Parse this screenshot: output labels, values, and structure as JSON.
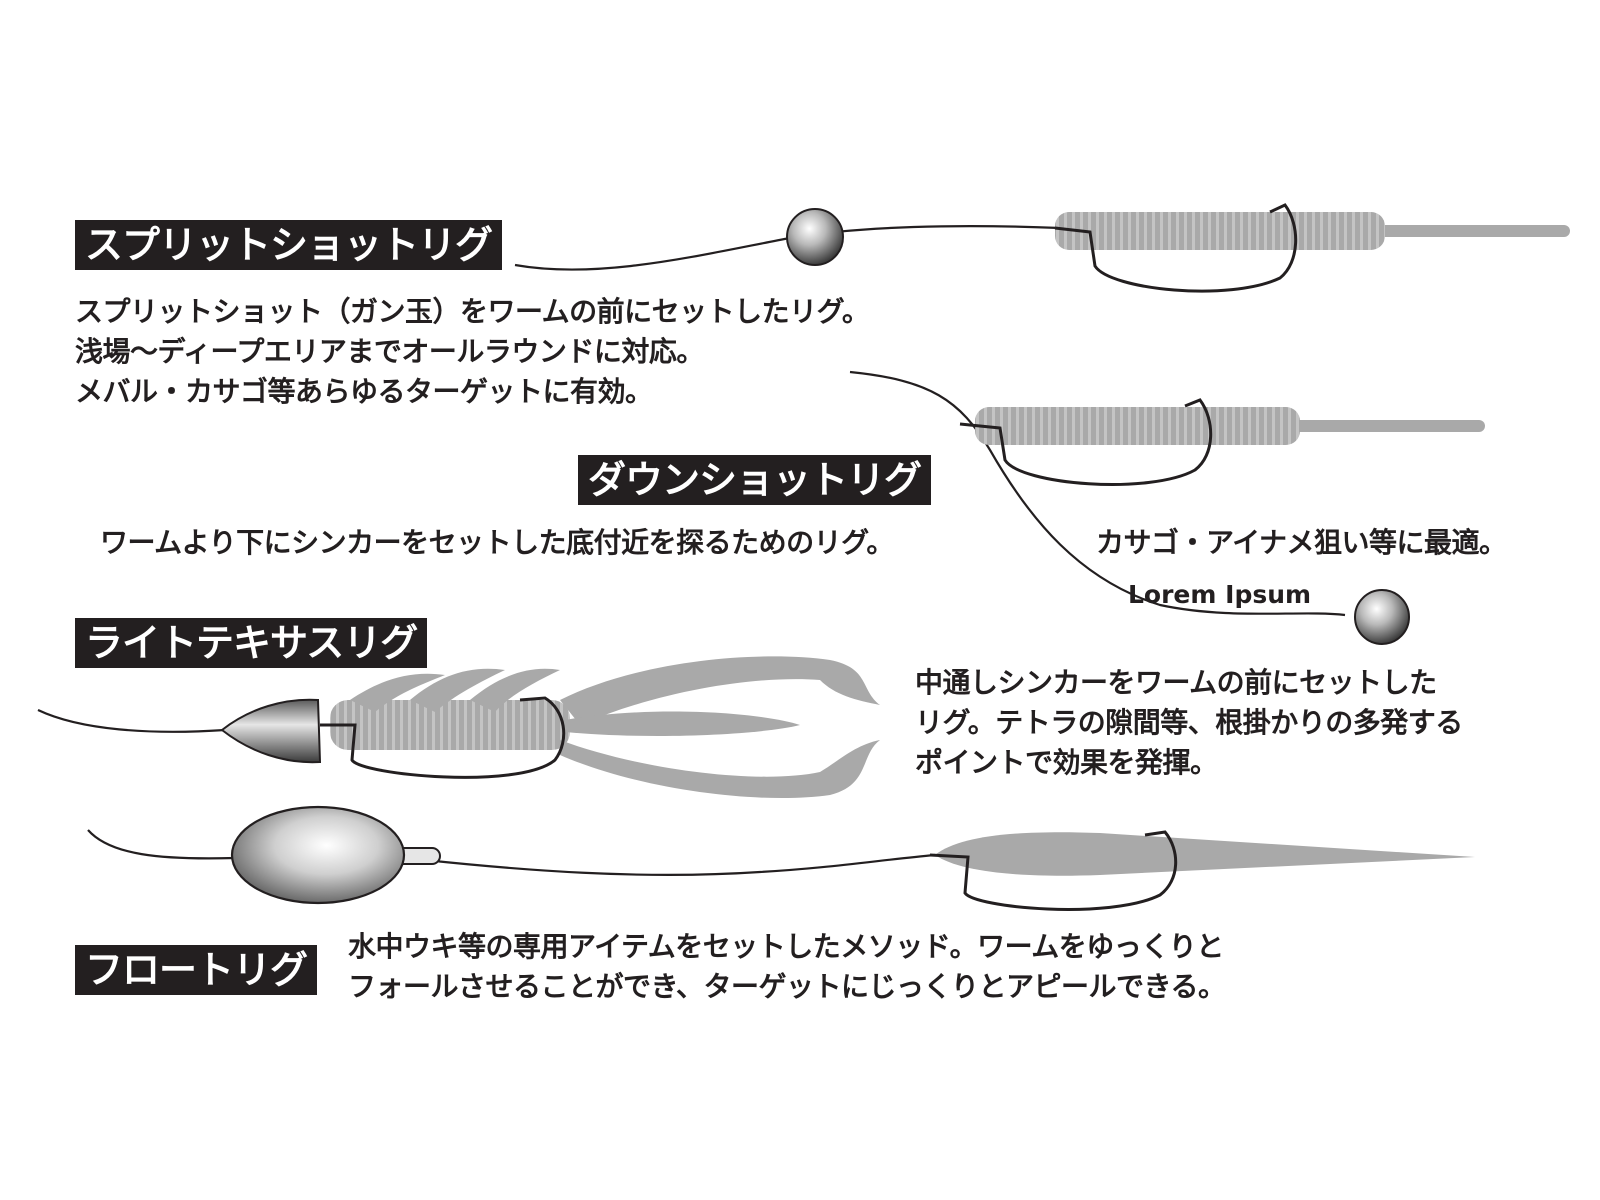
{
  "rigs": [
    {
      "title": "スプリットショットリグ",
      "description": [
        "スプリットショット（ガン玉）をワームの前にセットしたリグ。",
        "浅場～ディープエリアまでオールラウンドに対応。",
        "メバル・カサゴ等あらゆるターゲットに有効。"
      ]
    },
    {
      "title": "ダウンショットリグ",
      "description": [
        "ワームより下にシンカーをセットした底付近を探るためのリグ。",
        "カサゴ・アイナメ狙い等に最適。"
      ],
      "sinker_label": "Lorem Ipsum"
    },
    {
      "title": "ライトテキサスリグ",
      "description": [
        "中通しシンカーをワームの前にセットした",
        "リグ。テトラの隙間等、根掛かりの多発する",
        "ポイントで効果を発揮。"
      ]
    },
    {
      "title": "フロートリグ",
      "description": [
        "水中ウキ等の専用アイテムをセットしたメソッド。ワームをゆっくりと",
        "フォールさせることができ、ターゲットにじっくりとアピールできる。"
      ]
    }
  ],
  "colors": {
    "label_bg": "#231f20",
    "label_text": "#ffffff",
    "text": "#231f20",
    "worm": "#a7a7a7",
    "line": "#231f20"
  }
}
